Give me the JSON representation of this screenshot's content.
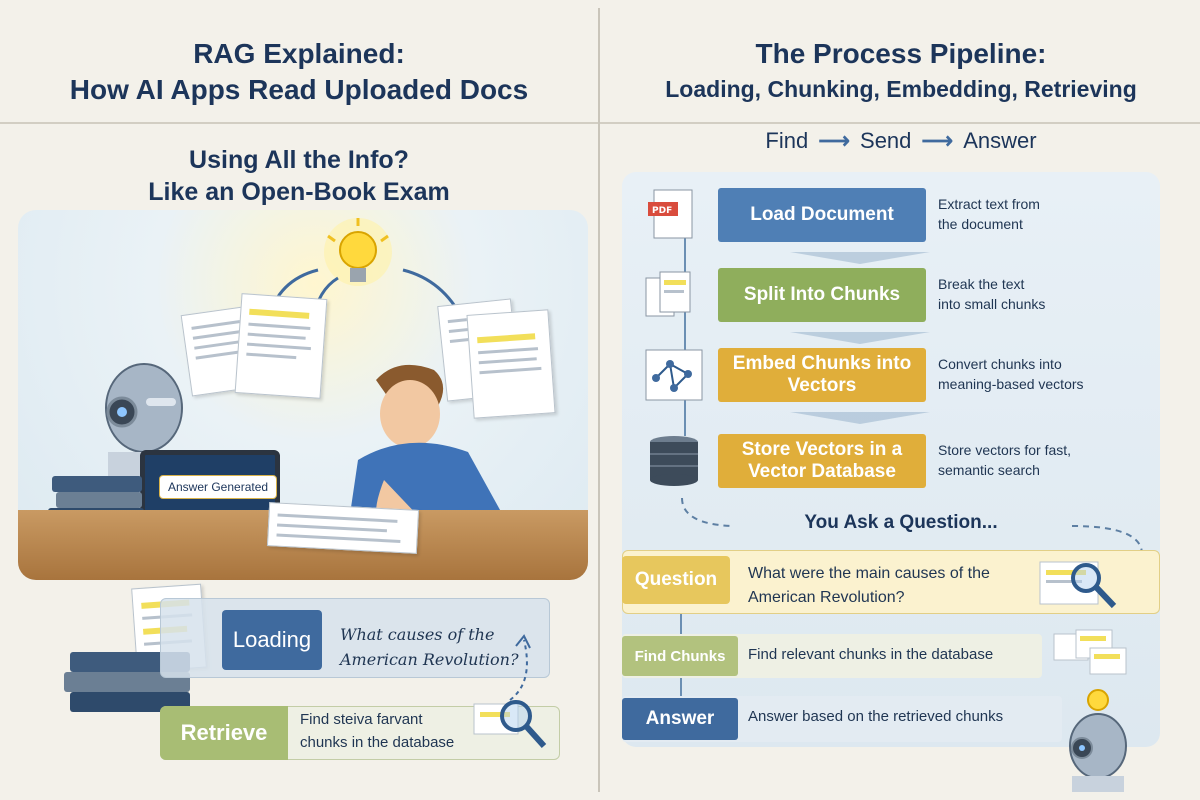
{
  "left": {
    "title_line1": "RAG Explained:",
    "title_line2": "How AI Apps Read Uploaded Docs",
    "subtitle_line1": "Using All the Info?",
    "subtitle_line2": "Like an Open-Book Exam",
    "monitor_label": "Answer Generated",
    "loading_label": "Loading",
    "loading_question_line1": "What causes of the",
    "loading_question_line2": "American Revolution?",
    "retrieve_label": "Retrieve",
    "retrieve_text_line1": "Find steiva farvant",
    "retrieve_text_line2": "chunks in the database"
  },
  "right": {
    "title_line1": "The Process Pipeline:",
    "title_line2": "Loading, Chunking, Embedding, Retrieving",
    "flow": [
      "Find",
      "Send",
      "Answer"
    ],
    "steps": [
      {
        "label": "Load Document",
        "desc_line1": "Extract text from",
        "desc_line2": "the document",
        "color": "#4f7fb5",
        "icon": "pdf-document-icon"
      },
      {
        "label": "Split Into Chunks",
        "desc_line1": "Break the text",
        "desc_line2": "into small chunks",
        "color": "#8fae5c",
        "icon": "stacked-pages-icon"
      },
      {
        "label": "Embed Chunks into Vectors",
        "desc_line1": "Convert chunks into",
        "desc_line2": "meaning-based vectors",
        "color": "#e0ae3a",
        "icon": "vector-graph-icon"
      },
      {
        "label": "Store Vectors in a Vector Database",
        "desc_line1": "Store vectors for fast,",
        "desc_line2": "semantic search",
        "color": "#e0ae3a",
        "icon": "database-icon"
      }
    ],
    "ask_heading": "You Ask a Question...",
    "question_label": "Question",
    "question_text_line1": "What were the main causes of the",
    "question_text_line2": "American Revolution?",
    "find_label": "Find Chunks",
    "find_text": "Find relevant chunks in the database",
    "answer_label": "Answer",
    "answer_text": "Answer based on the retrieved chunks"
  },
  "colors": {
    "title": "#1c355a",
    "blue": "#3f6a9e",
    "green": "#8fae5c",
    "yellow": "#e0ae3a"
  }
}
